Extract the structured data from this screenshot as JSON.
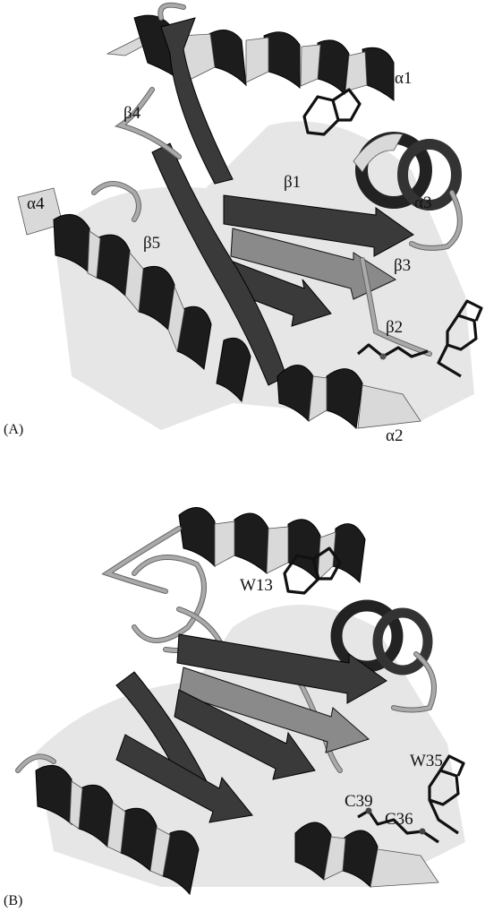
{
  "panel_a": {
    "label": "(A)",
    "elements": {
      "alpha1": "α1",
      "alpha2": "α2",
      "alpha3": "α3",
      "alpha4": "α4",
      "beta1": "β1",
      "beta2": "β2",
      "beta3": "β3",
      "beta4": "β4",
      "beta5": "β5"
    }
  },
  "panel_b": {
    "label": "(B)",
    "residues": {
      "w13": "W13",
      "w35": "W35",
      "c39": "C39",
      "c36": "C36"
    }
  }
}
